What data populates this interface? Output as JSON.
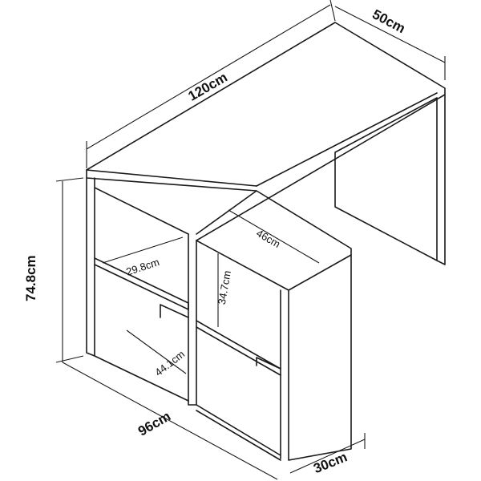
{
  "dimensions": {
    "width_total": "120cm",
    "depth_top": "50cm",
    "height_total": "74.8cm",
    "width_side": "96cm",
    "depth_side": "30cm",
    "shelf_width": "29.8cm",
    "top_depth_small": "46cm",
    "shelf_height": "34.7cm",
    "shelf_depth": "44.1cm"
  },
  "colors": {
    "line": "#1a1a1a",
    "background": "#ffffff"
  }
}
